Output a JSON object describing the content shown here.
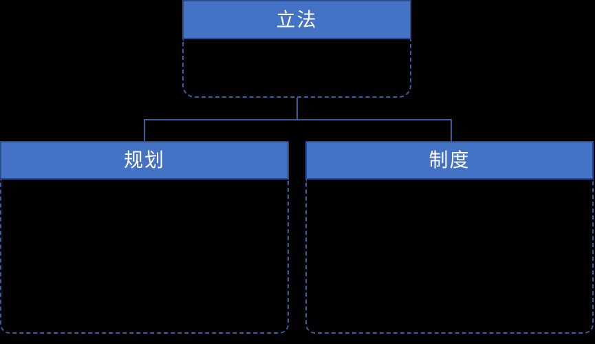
{
  "diagram": {
    "type": "hierarchy",
    "background_color": "#000000",
    "colors": {
      "background": "#000000",
      "header_fill": "#4472C4",
      "header_border": "#2B4C8C",
      "body_border": "#3A5DA8",
      "connector": "#3A5DA8",
      "label_text": "#FFFFFF"
    },
    "root": {
      "label": "立法"
    },
    "children": [
      {
        "label": "规划"
      },
      {
        "label": "制度"
      }
    ]
  }
}
